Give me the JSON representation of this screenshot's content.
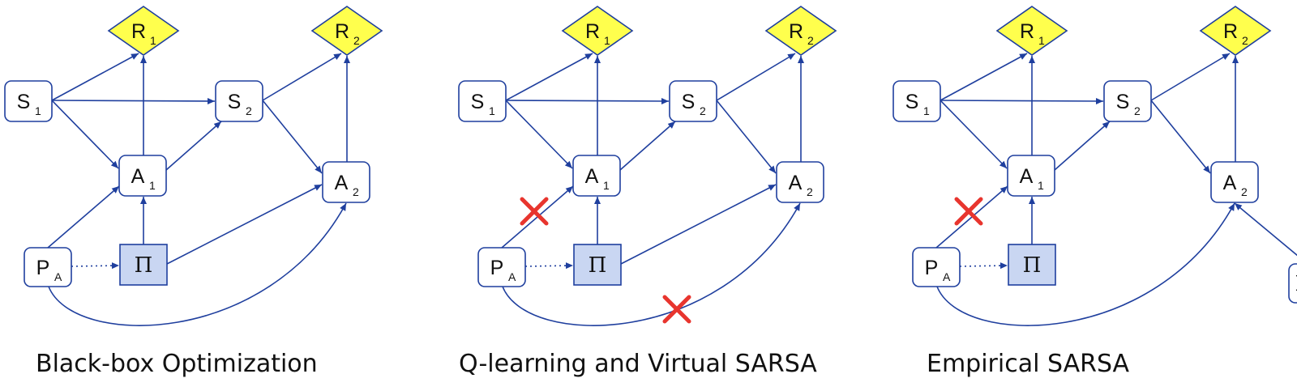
{
  "colors": {
    "edge": "#1f3f9e",
    "node_border": "#1f3f9e",
    "reward_fill": "#ffff4d",
    "policy_fill": "#c9d6f2",
    "cross": "#e8352e"
  },
  "panels": [
    {
      "caption": "Black-box Optimization",
      "nodes": {
        "R1": {
          "main": "R",
          "sub": "1"
        },
        "R2": {
          "main": "R",
          "sub": "2"
        },
        "S1": {
          "main": "S",
          "sub": "1"
        },
        "S2": {
          "main": "S",
          "sub": "2"
        },
        "A1": {
          "main": "A",
          "sub": "1"
        },
        "A2": {
          "main": "A",
          "sub": "2"
        },
        "PA": {
          "main": "P",
          "sub": "A"
        },
        "PI": {
          "main": "Π",
          "sub": ""
        }
      },
      "crossed_edges": []
    },
    {
      "caption": "Q-learning and Virtual SARSA",
      "nodes": {
        "R1": {
          "main": "R",
          "sub": "1"
        },
        "R2": {
          "main": "R",
          "sub": "2"
        },
        "S1": {
          "main": "S",
          "sub": "1"
        },
        "S2": {
          "main": "S",
          "sub": "2"
        },
        "A1": {
          "main": "A",
          "sub": "1"
        },
        "A2": {
          "main": "A",
          "sub": "2"
        },
        "PA": {
          "main": "P",
          "sub": "A"
        },
        "PI": {
          "main": "Π",
          "sub": ""
        }
      },
      "crossed_edges": [
        "PA-A1",
        "PA-A2"
      ]
    },
    {
      "caption": "Empirical SARSA",
      "nodes": {
        "R1": {
          "main": "R",
          "sub": "1"
        },
        "R2": {
          "main": "R",
          "sub": "2"
        },
        "S1": {
          "main": "S",
          "sub": "1"
        },
        "S2": {
          "main": "S",
          "sub": "2"
        },
        "A1": {
          "main": "A",
          "sub": "1"
        },
        "A2": {
          "main": "A",
          "sub": "2"
        },
        "PA": {
          "main": "P",
          "sub": "A"
        },
        "PI": {
          "main": "Π",
          "sub": ""
        },
        "PIP": {
          "main": "Π’",
          "sub": ""
        }
      },
      "crossed_edges": [
        "PA-A1"
      ]
    }
  ]
}
